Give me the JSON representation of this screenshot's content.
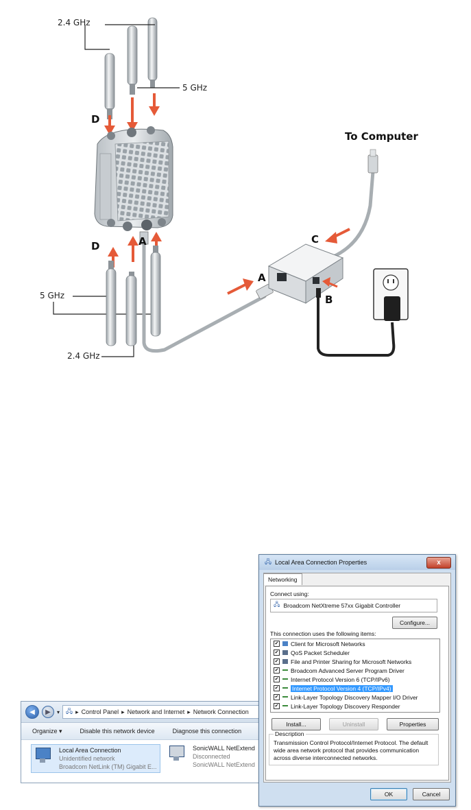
{
  "diagram": {
    "labels": {
      "top_24ghz": "2.4 GHz",
      "top_5ghz": "5 GHz",
      "d_top": "D",
      "d_bottom": "D",
      "a_unit": "A",
      "a_injector": "A",
      "b": "B",
      "c": "C",
      "to_computer": "To Computer",
      "bottom_5ghz": "5 GHz",
      "bottom_24ghz": "2.4 GHz"
    },
    "colors": {
      "arrow": "#e55a38",
      "cable": "#a8aeb2",
      "power_cord": "#222222"
    }
  },
  "explorer": {
    "nav_back_icon": "back-arrow-icon",
    "breadcrumb": [
      "Control Panel",
      "Network and Internet",
      "Network Connection"
    ],
    "toolbar": [
      "Organize ▾",
      "Disable this network device",
      "Diagnose this connection"
    ],
    "connections": [
      {
        "name": "Local Area Connection",
        "status": "Unidentified network",
        "device": "Broadcom NetLink (TM) Gigabit E..."
      },
      {
        "name": "SonicWALL NetExtend",
        "status": "Disconnected",
        "device": "SonicWALL NetExtend"
      }
    ]
  },
  "dialog": {
    "title": "Local Area Connection Properties",
    "close": "x",
    "tab": "Networking",
    "connect_using_label": "Connect using:",
    "adapter": "Broadcom NetXtreme 57xx Gigabit Controller",
    "configure": "Configure...",
    "items_label": "This connection uses the following items:",
    "items": [
      "Client for Microsoft Networks",
      "QoS Packet Scheduler",
      "File and Printer Sharing for Microsoft Networks",
      "Broadcom Advanced Server Program Driver",
      "Internet Protocol Version 6 (TCP/IPv6)",
      "Internet Protocol Version 4 (TCP/IPv4)",
      "Link-Layer Topology Discovery Mapper I/O Driver",
      "Link-Layer Topology Discovery Responder"
    ],
    "selected_item": 5,
    "install": "Install...",
    "uninstall": "Uninstall",
    "properties": "Properties",
    "description_label": "Description",
    "description": "Transmission Control Protocol/Internet Protocol. The default wide area network protocol that provides communication across diverse interconnected networks.",
    "ok": "OK",
    "cancel": "Cancel"
  }
}
